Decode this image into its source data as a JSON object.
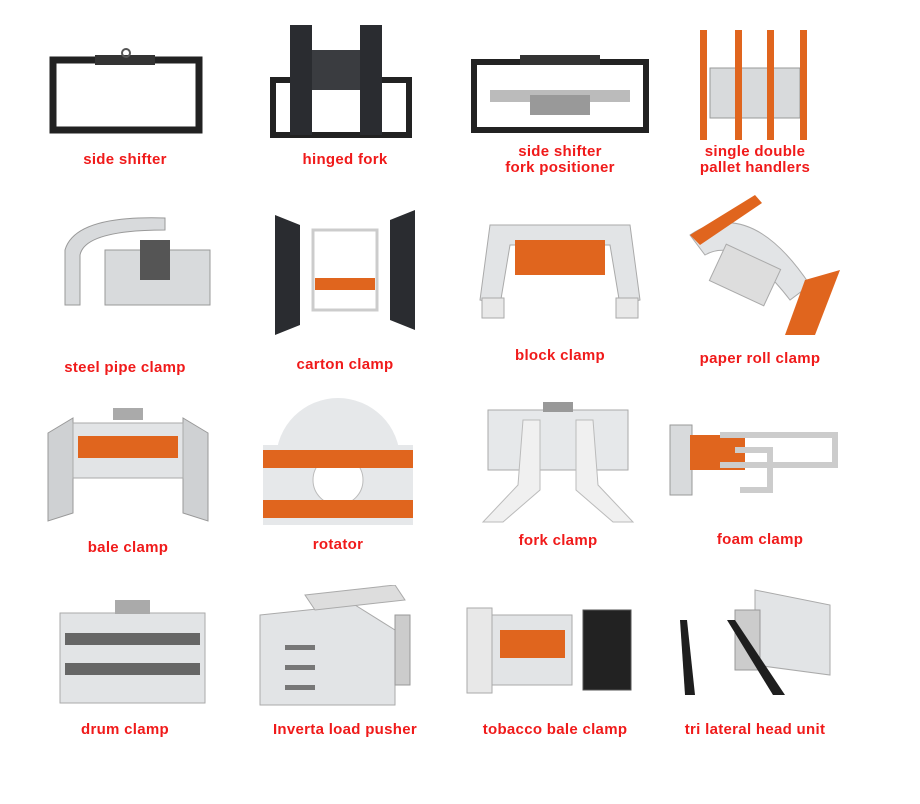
{
  "items": [
    {
      "label": "side shifter"
    },
    {
      "label": "hinged fork"
    },
    {
      "label": "side shifter\nfork positioner"
    },
    {
      "label": "single double\npallet handlers"
    },
    {
      "label": "steel pipe clamp"
    },
    {
      "label": "carton clamp"
    },
    {
      "label": "block clamp"
    },
    {
      "label": "paper roll clamp"
    },
    {
      "label": "bale clamp"
    },
    {
      "label": "rotator"
    },
    {
      "label": "fork clamp"
    },
    {
      "label": "foam clamp"
    },
    {
      "label": "drum clamp"
    },
    {
      "label": "Inverta load pusher"
    },
    {
      "label": "tobacco bale clamp"
    },
    {
      "label": "tri lateral head unit"
    }
  ],
  "colors": {
    "label": "#f01a1a",
    "steel": "#d8dadc",
    "dark": "#2a2c30",
    "pad": "#e0651e"
  }
}
